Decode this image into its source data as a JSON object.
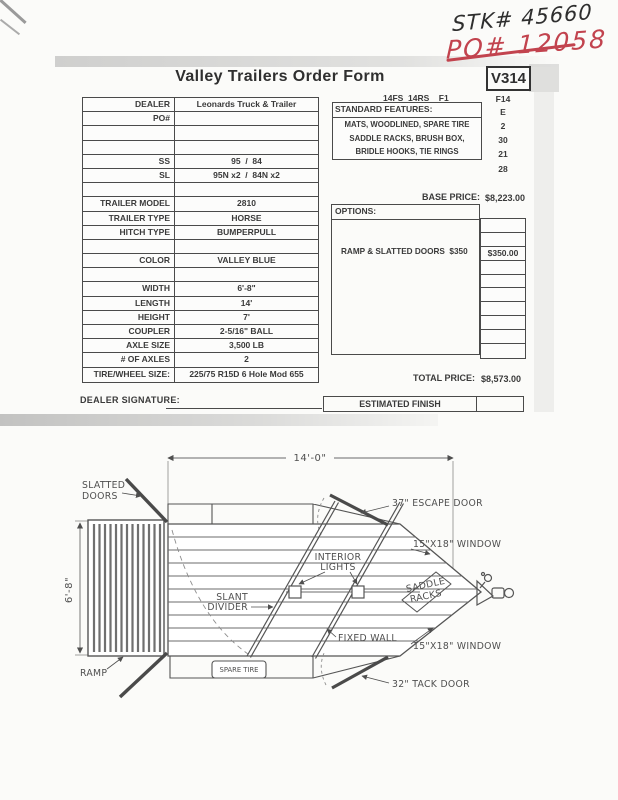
{
  "annotations": {
    "stk": "STK# 45660",
    "po": "PO# 12058"
  },
  "header": {
    "title": "Valley Trailers Order Form",
    "code": "V314",
    "variants": "14FS  14RS    F1",
    "code_right": "F14"
  },
  "left_table": {
    "rows": [
      {
        "label": "DEALER",
        "value": "Leonards Truck & Trailer"
      },
      {
        "label": "PO#",
        "value": ""
      },
      {
        "label": "",
        "value": ""
      },
      {
        "label": "",
        "value": ""
      },
      {
        "label": "SS",
        "value": "95  /  84"
      },
      {
        "label": "SL",
        "value": "95N x2  /  84N x2"
      },
      {
        "label": "",
        "value": ""
      },
      {
        "label": "TRAILER MODEL",
        "value": "2810"
      },
      {
        "label": "TRAILER TYPE",
        "value": "HORSE"
      },
      {
        "label": "HITCH TYPE",
        "value": "BUMPERPULL"
      },
      {
        "label": "",
        "value": ""
      },
      {
        "label": "COLOR",
        "value": "VALLEY BLUE"
      },
      {
        "label": "",
        "value": ""
      },
      {
        "label": "WIDTH",
        "value": "6'-8\""
      },
      {
        "label": "LENGTH",
        "value": "14'"
      },
      {
        "label": "HEIGHT",
        "value": "7'"
      },
      {
        "label": "COUPLER",
        "value": "2-5/16\" BALL"
      },
      {
        "label": "AXLE SIZE",
        "value": "3,500 LB"
      },
      {
        "label": "# OF AXLES",
        "value": "2"
      },
      {
        "label": "TIRE/WHEEL SIZE:",
        "value": "225/75 R15D 6 Hole Mod 655"
      }
    ]
  },
  "signature_label": "DEALER SIGNATURE:",
  "features": {
    "title": "STANDARD FEATURES:",
    "lines": [
      "MATS, WOODLINED, SPARE TIRE",
      "SADDLE RACKS, BRUSH BOX,",
      "BRIDLE HOOKS, TIE RINGS"
    ],
    "codes": [
      "E",
      "2",
      "30",
      "21",
      "28"
    ]
  },
  "pricing": {
    "base_label": "BASE PRICE:",
    "base": "$8,223.00",
    "options_label": "OPTIONS:",
    "option_item": "RAMP & SLATTED DOORS  $350",
    "option_amount": "$350.00",
    "total_label": "TOTAL PRICE:",
    "total": "$8,573.00",
    "estimated_label": "ESTIMATED FINISH"
  },
  "diagram": {
    "length_dim": "14'-0\"",
    "height_dim": "6'-8\"",
    "slatted_1": "SLATTED",
    "slatted_2": "DOORS",
    "ramp": "RAMP",
    "escape_door": "37\" ESCAPE DOOR",
    "window_top": "15\"X18\" WINDOW",
    "window_bottom": "15\"X18\" WINDOW",
    "interior_1": "INTERIOR",
    "interior_2": "LIGHTS",
    "slant_1": "SLANT",
    "slant_2": "DIVIDER",
    "fixed_wall": "FIXED WALL",
    "saddle_1": "SADDLE",
    "saddle_2": "RACKS",
    "tack_door": "32\" TACK DOOR",
    "spare_tire": "SPARE TIRE"
  },
  "colors": {
    "ink": "#3a3a3a",
    "red_ink": "#c2434e",
    "line": "#4a4a4a",
    "paper": "#fbfbf9"
  }
}
